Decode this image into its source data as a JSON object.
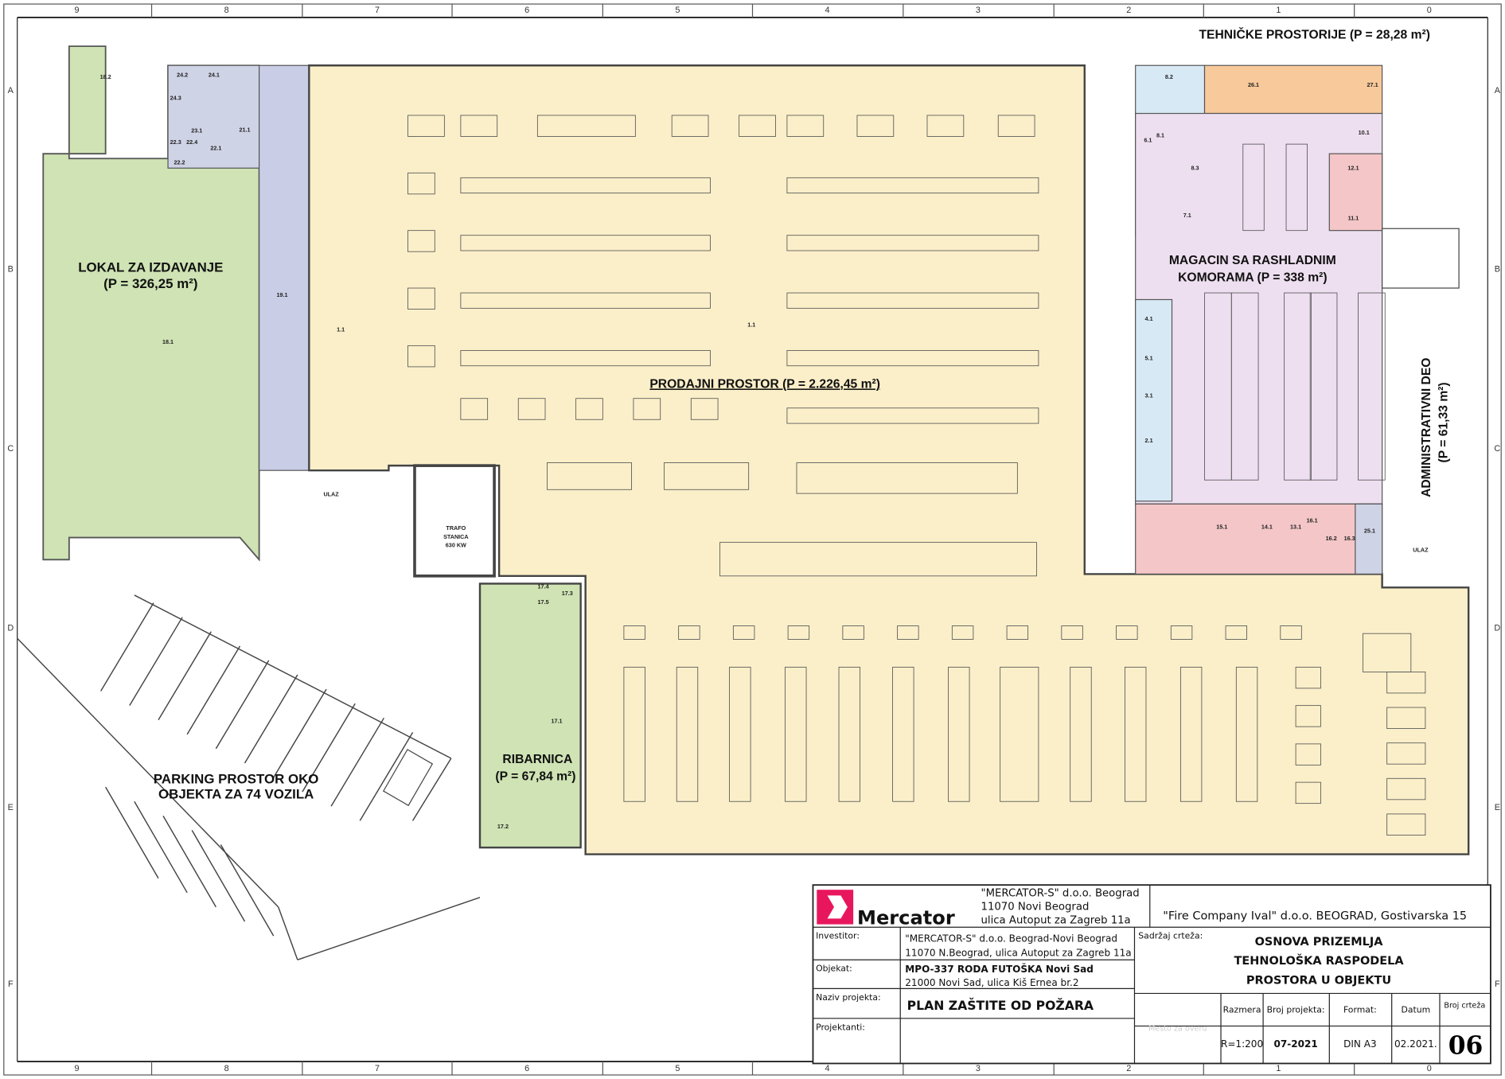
{
  "grid": {
    "columns": [
      "9",
      "8",
      "7",
      "6",
      "5",
      "4",
      "3",
      "2",
      "1",
      "0"
    ],
    "rows": [
      "A",
      "B",
      "C",
      "D",
      "E",
      "F"
    ]
  },
  "areas": {
    "tehnicke": "TEHNIČKE PROSTORIJE (P = 28,28 m²)",
    "lokal_1": "LOKAL ZA IZDAVANJE",
    "lokal_2": "(P = 326,25 m²)",
    "prodajni": "PRODAJNI PROSTOR (P = 2.226,45 m²)",
    "magacin_1": "MAGACIN SA RASHLADNIM",
    "magacin_2": "KOMORAMA (P = 338 m²)",
    "admin_1": "ADMINISTRATIVNI DEO",
    "admin_2": "(P = 61,33 m²)",
    "ribarnica_1": "RIBARNICA",
    "ribarnica_2": "(P = 67,84 m²)",
    "parking_1": "PARKING PROSTOR OKO",
    "parking_2": "OBJEKTA ZA 74 VOZILA",
    "trafo_1": "TRAFO",
    "trafo_2": "STANICA",
    "trafo_3": "630 KW",
    "ulaz": "ULAZ"
  },
  "rooms": [
    "18.2",
    "24.2",
    "24.3",
    "24.1",
    "23.1",
    "22.2",
    "22.3",
    "22.4",
    "22.1",
    "21.1",
    "19.1",
    "18.1",
    "1.1",
    "1.1",
    "8.2",
    "8.1",
    "8.3",
    "7.1",
    "26.1",
    "27.1",
    "10.1",
    "12.1",
    "11.1",
    "4.1",
    "5.1",
    "3.1",
    "2.1",
    "6.1",
    "15.1",
    "14.1",
    "13.1",
    "16.1",
    "16.2",
    "16.3",
    "25.1",
    "17.1",
    "17.2",
    "17.3",
    "17.4",
    "17.5"
  ],
  "title_block": {
    "company_logo": "Mercator",
    "company_line1": "\"MERCATOR-S\" d.o.o. Beograd",
    "company_line2": "11070 Novi Beograd",
    "company_line3": "ulica Autoput za Zagreb 11a",
    "designer": "\"Fire Company Ival\" d.o.o. BEOGRAD, Gostivarska 15",
    "investitor_label": "Investitor:",
    "investitor_line1": "\"MERCATOR-S\" d.o.o. Beograd-Novi Beograd",
    "investitor_line2": "11070 N.Beograd, ulica Autoput za Zagreb 11a",
    "objekat_label": "Objekat:",
    "objekat_line1": "MPO-337 RODA FUTOŠKA Novi Sad",
    "objekat_line2": "21000 Novi Sad, ulica Kiš Ernea br.2",
    "naziv_label": "Naziv projekta:",
    "naziv_value": "PLAN ZAŠTITE OD POŽARA",
    "projektanti_label": "Projektanti:",
    "sadrzaj_label": "Sadržaj crteža:",
    "sadrzaj_line1": "OSNOVA PRIZEMLJA",
    "sadrzaj_line2": "TEHNOLOŠKA RASPODELA",
    "sadrzaj_line3": "PROSTORA U OBJEKTU",
    "stamp_label": "Mesto za overu",
    "razmera_label": "Razmera",
    "razmera_value": "R=1:200",
    "broj_projekta_label": "Broj projekta:",
    "broj_projekta_value": "07-2021",
    "format_label": "Format:",
    "format_value": "DIN A3",
    "datum_label": "Datum",
    "datum_value": "02.2021.",
    "broj_crteza_label": "Broj crteža",
    "broj_crteza_value": "06"
  },
  "colors": {
    "sales": "#fbefc9",
    "lokal": "#cfe3b4",
    "corridor": "#c9cde6",
    "magacin": "#eedff0",
    "technical": "#f8c99a",
    "cold_rooms": "#f4c6c8",
    "staff": "#d8e9f6",
    "brand": "#e8175d"
  }
}
